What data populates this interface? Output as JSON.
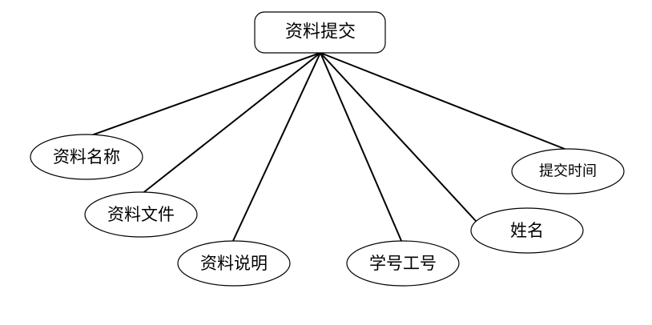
{
  "entity": {
    "label": "资料提交"
  },
  "attributes": [
    {
      "key": "name",
      "label": "资料名称"
    },
    {
      "key": "file",
      "label": "资料文件"
    },
    {
      "key": "description",
      "label": "资料说明"
    },
    {
      "key": "id",
      "label": "学号工号"
    },
    {
      "key": "person",
      "label": "姓名"
    },
    {
      "key": "time",
      "label": "提交时间"
    }
  ]
}
